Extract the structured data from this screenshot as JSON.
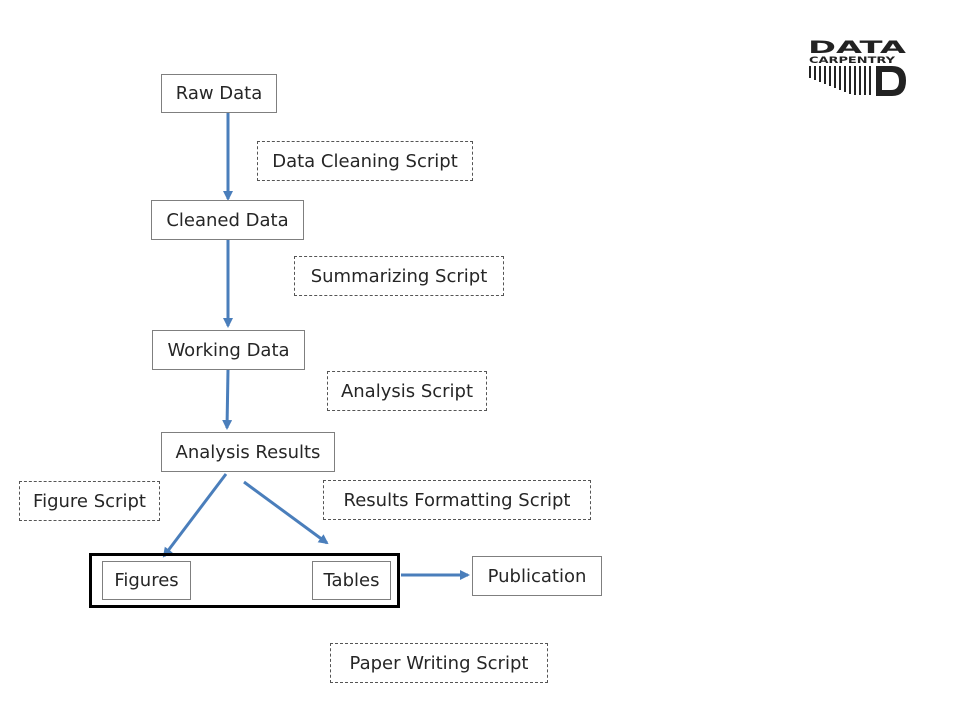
{
  "data_boxes": {
    "raw": "Raw Data",
    "cleaned": "Cleaned Data",
    "working": "Working Data",
    "analysis_results": "Analysis Results",
    "figures": "Figures",
    "tables": "Tables",
    "publication": "Publication"
  },
  "scripts": {
    "cleaning": "Data Cleaning Script",
    "summarizing": "Summarizing Script",
    "analysis": "Analysis Script",
    "figure": "Figure Script",
    "results_formatting": "Results Formatting Script",
    "paper_writing": "Paper Writing Script"
  },
  "logo": {
    "line1": "DATA",
    "line2": "CARPENTRY",
    "mark": "D"
  },
  "colors": {
    "arrow": "#4a7ebb",
    "box_border": "#7f7f7f",
    "group_border": "#000000",
    "text": "#262626"
  }
}
